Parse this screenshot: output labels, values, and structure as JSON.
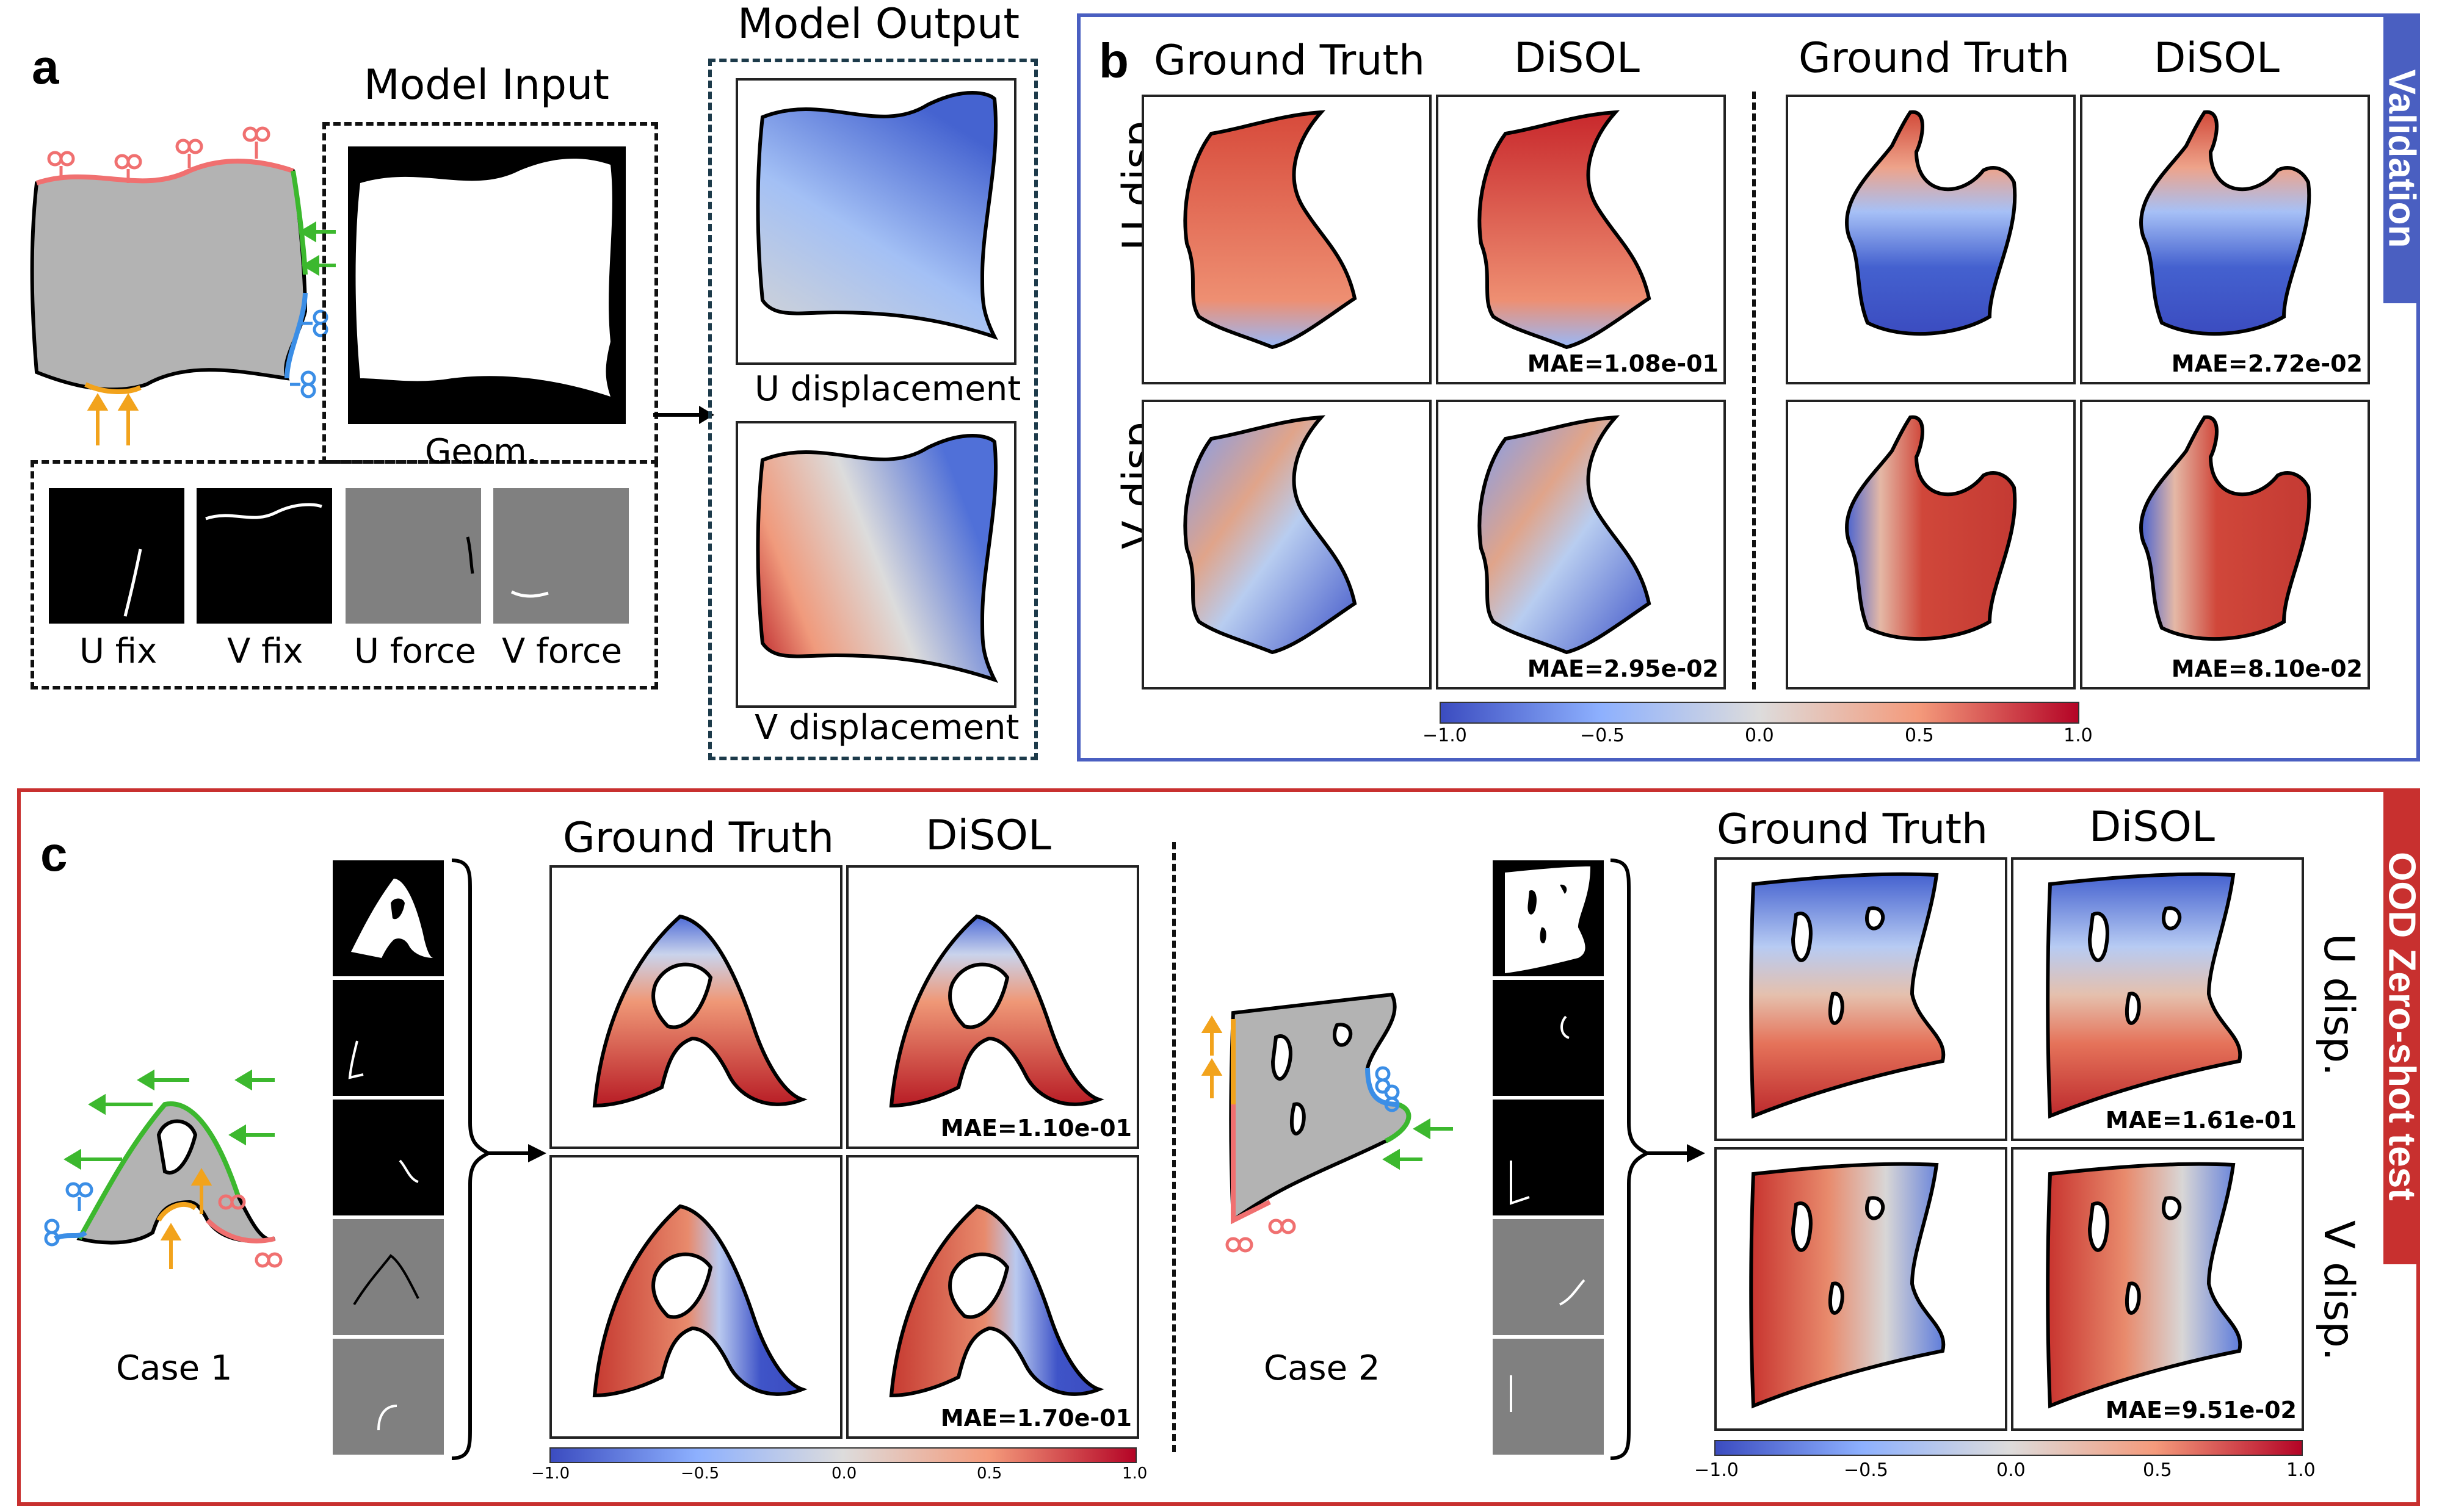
{
  "panel_a": {
    "letter": "a",
    "model_input_title": "Model Input",
    "model_output_title": "Model Output",
    "geom_label": "Geom.",
    "channels": [
      "U fix",
      "V fix",
      "U force",
      "V force"
    ],
    "u_displacement": "U displacement",
    "v_displacement": "V displacement"
  },
  "panel_b": {
    "letter": "b",
    "col_gt": "Ground Truth",
    "col_disol": "DiSOL",
    "row_u": "U disp.",
    "row_v": "V disp.",
    "side_label": "Validation",
    "mae": [
      "MAE=1.08e-01",
      "MAE=2.95e-02",
      "MAE=2.72e-02",
      "MAE=8.10e-02"
    ],
    "colorbar_ticks": [
      "−1.0",
      "−0.5",
      "0.0",
      "0.5",
      "1.0"
    ]
  },
  "panel_c": {
    "letter": "c",
    "col_gt": "Ground Truth",
    "col_disol": "DiSOL",
    "row_u": "U disp.",
    "row_v": "V disp.",
    "case1": "Case 1",
    "case2": "Case 2",
    "side_label": "OOD Zero-shot test",
    "mae": [
      "MAE=1.10e-01",
      "MAE=1.70e-01",
      "MAE=1.61e-01",
      "MAE=9.51e-02"
    ],
    "colorbar_ticks": [
      "−1.0",
      "−0.5",
      "0.0",
      "0.5",
      "1.0"
    ]
  },
  "colors": {
    "validation_border": "#4a5fc1",
    "ood_border": "#c8302f",
    "fixed_u": "#3b8ee6",
    "fixed_v": "#f07070",
    "force_u": "#3cb82e",
    "force_v": "#f2a31c",
    "geometry_gray": "#b3b3b3"
  }
}
